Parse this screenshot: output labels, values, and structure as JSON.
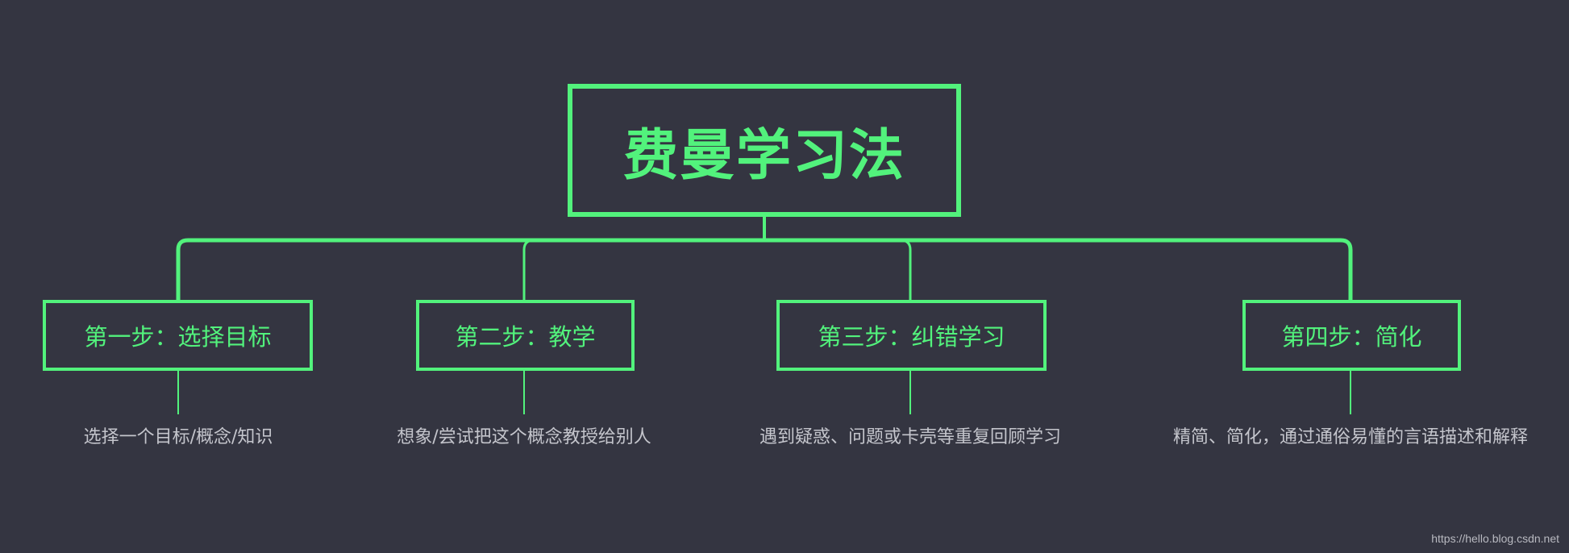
{
  "title": "费曼学习法",
  "steps": [
    {
      "label": "第一步：选择目标",
      "desc": "选择一个目标/概念/知识"
    },
    {
      "label": "第二步：教学",
      "desc": "想象/尝试把这个概念教授给别人"
    },
    {
      "label": "第三步：纠错学习",
      "desc": "遇到疑惑、问题或卡壳等重复回顾学习"
    },
    {
      "label": "第四步：简化",
      "desc": "精简、简化，通过通俗易懂的言语描述和解释"
    }
  ],
  "watermark": "https://hello.blog.csdn.net",
  "colors": {
    "accent": "#52f27c",
    "background": "#343541",
    "desc_text": "#c4c5cc"
  }
}
